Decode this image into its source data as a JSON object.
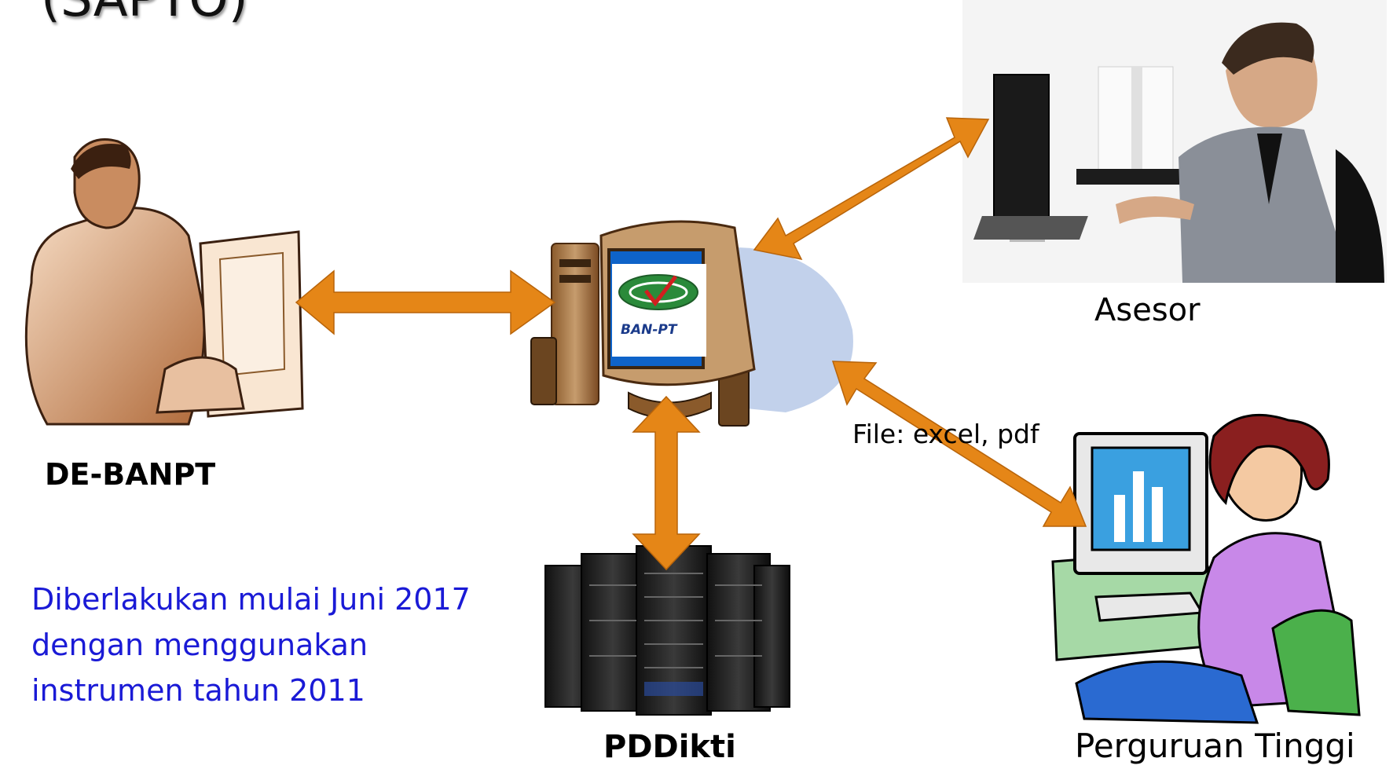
{
  "title": "(SAPTO)",
  "nodes": {
    "de_banpt": "DE-BANPT",
    "pddikti": "PDDikti",
    "asesor": "Asesor",
    "perguruan_tinggi": "Perguruan Tinggi",
    "center_logo": "BAN-PT"
  },
  "edge_label": "File: excel, pdf",
  "note": {
    "line1": "Diberlakukan mulai Juni 2017",
    "line2": "dengan menggunakan",
    "line3": "instrumen tahun 2011"
  },
  "colors": {
    "arrow": "#E58617",
    "note_text": "#1A1AD6",
    "logo_globe": "#2A8A3A",
    "screen_frame": "#C69C6D"
  }
}
